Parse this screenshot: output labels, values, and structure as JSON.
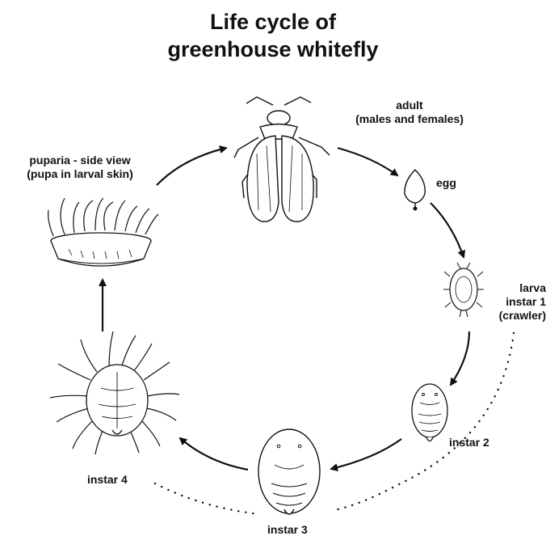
{
  "title_line1": "Life cycle of",
  "title_line2": "greenhouse whitefly",
  "stages": {
    "adult": {
      "line1": "adult",
      "line2": "(males and females)"
    },
    "egg": {
      "label": "egg"
    },
    "larva": {
      "line1": "larva",
      "line2": "instar 1",
      "line3": "(crawler)"
    },
    "instar2": {
      "label": "instar 2"
    },
    "instar3": {
      "label": "instar 3"
    },
    "instar4": {
      "label": "instar 4"
    },
    "puparia": {
      "line1": "puparia - side view",
      "line2": "(pupa in larval skin)"
    }
  },
  "colors": {
    "ink": "#111111",
    "fill": "#ffffff"
  }
}
